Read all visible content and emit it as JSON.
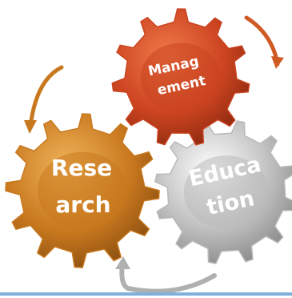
{
  "gears": [
    {
      "id": "management",
      "line1": "Manag",
      "line2": "ement",
      "color": "#c9431f",
      "text_color": "#ffffff"
    },
    {
      "id": "research",
      "line1": "Rese",
      "line2": "arch",
      "color": "#c8781e",
      "text_color": "#ffffff"
    },
    {
      "id": "education",
      "line1": "Educa",
      "line2": "tion",
      "color": "#b9b9b9",
      "text_color": "#ffffff"
    }
  ],
  "arrows": [
    {
      "id": "management-to-education",
      "color": "#cf5a24"
    },
    {
      "id": "research-to-management",
      "color": "#c8781e"
    },
    {
      "id": "education-to-research",
      "color": "#b0b0b0"
    }
  ],
  "accent_line_color": "#7fb0d8"
}
